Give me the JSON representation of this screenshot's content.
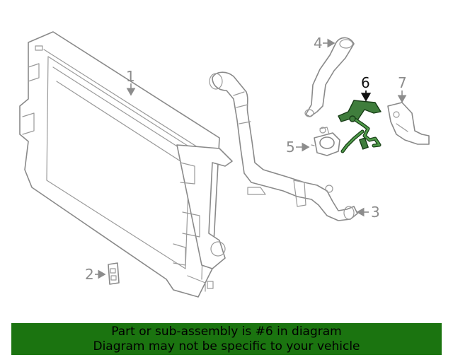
{
  "diagram": {
    "callouts": [
      {
        "id": "1",
        "label": "1"
      },
      {
        "id": "2",
        "label": "2"
      },
      {
        "id": "3",
        "label": "3"
      },
      {
        "id": "4",
        "label": "4"
      },
      {
        "id": "5",
        "label": "5"
      },
      {
        "id": "6",
        "label": "6",
        "highlighted": true
      },
      {
        "id": "7",
        "label": "7"
      }
    ],
    "highlight_color": "#3f7d3c",
    "line_color": "#8a8a8a"
  },
  "banner": {
    "line1": "Part or sub-assembly is #6 in diagram",
    "line2": "Diagram may not be specific to your vehicle",
    "background": "#1b7410"
  }
}
